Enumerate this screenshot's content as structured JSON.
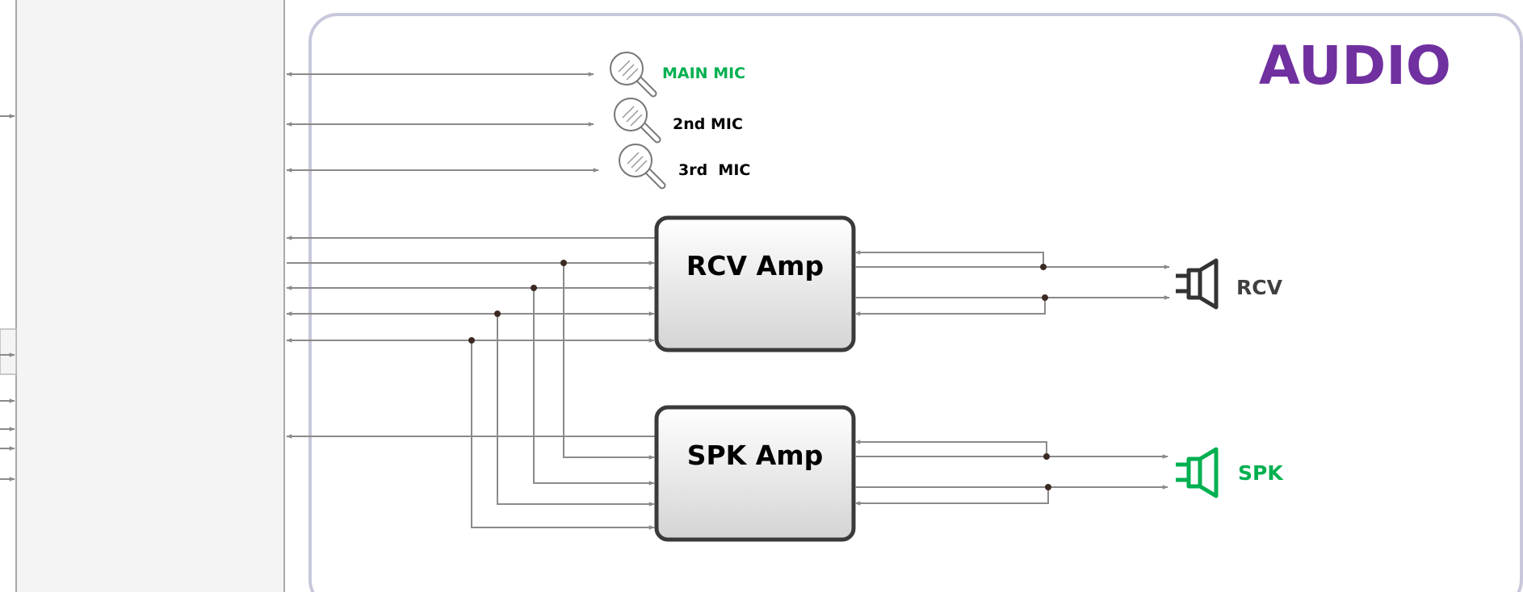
{
  "section": {
    "title": "AUDIO"
  },
  "mics": [
    {
      "label": "MAIN MIC"
    },
    {
      "label": "2nd MIC"
    },
    {
      "label": "3rd  MIC"
    }
  ],
  "amps": [
    {
      "label": "RCV Amp"
    },
    {
      "label": "SPK Amp"
    }
  ],
  "outputs": [
    {
      "label": "RCV"
    },
    {
      "label": "SPK"
    }
  ],
  "colors": {
    "title": "#7030a0",
    "main_mic_label": "#00b050",
    "spk_label": "#00b050",
    "rcv_label": "#404040",
    "mic_label": "#000000",
    "amp_label": "#000000",
    "frame": "#c8c8dc",
    "wire": "#8a8a8a"
  }
}
